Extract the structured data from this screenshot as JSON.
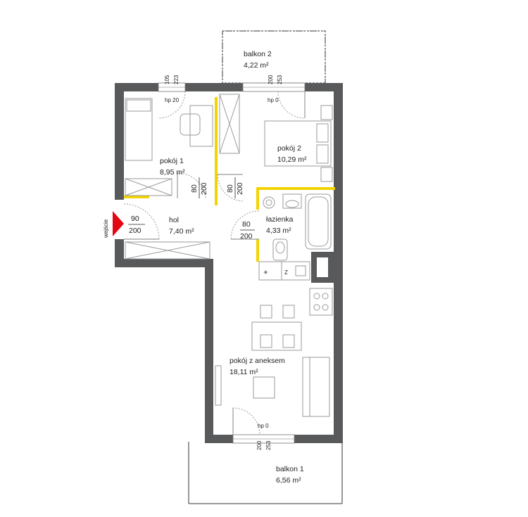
{
  "plan": {
    "entrance_label": "wejście",
    "accent_color": "#f2d400",
    "wall_color": "#58595b",
    "entrance_color": "#e30613",
    "rooms": {
      "balkon2": {
        "name": "balkon 2",
        "area": "4,22 m²"
      },
      "pokoj1": {
        "name": "pokój 1",
        "area": "8,95 m²"
      },
      "pokoj2": {
        "name": "pokój 2",
        "area": "10,29 m²"
      },
      "hol": {
        "name": "hol",
        "area": "7,40 m²"
      },
      "lazienka": {
        "name": "łazienka",
        "area": "4,33 m²"
      },
      "salon": {
        "name": "pokój z aneksem",
        "area": "18,11 m²"
      },
      "balkon1": {
        "name": "balkon 1",
        "area": "6,56 m²"
      }
    },
    "doors": {
      "entrance": {
        "width": "90",
        "height": "200"
      },
      "pokoj1": {
        "width": "80",
        "height": "200"
      },
      "pokoj2": {
        "width": "80",
        "height": "200"
      },
      "lazienka": {
        "width": "80",
        "height": "200"
      }
    },
    "windows": {
      "pokoj1": {
        "label": "hp 20",
        "width": "105",
        "height": "223"
      },
      "pokoj2": {
        "label": "hp 0",
        "width": "200",
        "height": "253"
      },
      "salon": {
        "label": "hp 0",
        "width": "200",
        "height": "253"
      }
    }
  }
}
